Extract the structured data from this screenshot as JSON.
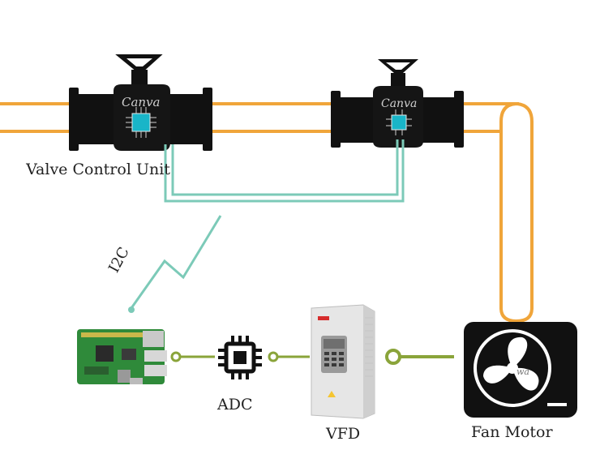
{
  "colors": {
    "pipe": "#f0a53a",
    "valve_body": "#111111",
    "chip": "#19b5c8",
    "bus": "#7ccab8",
    "signal": "#8aa43a",
    "device_dark": "#111111"
  },
  "labels": {
    "valve_control_unit": "Valve Control Unit",
    "i2c": "I2C",
    "adc": "ADC",
    "vfd": "VFD",
    "fan_motor": "Fan Motor"
  },
  "watermark": "Canva",
  "icons": {
    "valve": "valve-actuator-icon",
    "chip": "microchip-icon",
    "raspberry_pi": "raspberry-pi-board-icon",
    "vfd": "vfd-drive-icon",
    "fan": "fan-icon"
  }
}
